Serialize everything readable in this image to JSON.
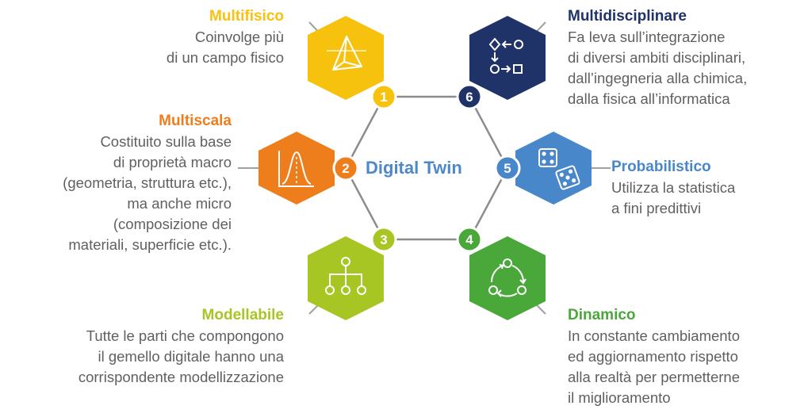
{
  "center": {
    "label": "Digital Twin",
    "color": "#4e88c9"
  },
  "line_color": "#8c8c8c",
  "features": [
    {
      "number": "1",
      "title": "Multifisico",
      "description": "Coinvolge più\ndi un campo fisico",
      "color": "#f7c20e",
      "icon": "pyramid-icon"
    },
    {
      "number": "2",
      "title": "Multiscala",
      "description": "Costituito sulla base\ndi proprietà  macro\n(geometria, struttura etc.),\nma anche micro\n(composizione dei\nmateriali, superficie etc.).",
      "color": "#ee7d1c",
      "icon": "distribution-curve-icon"
    },
    {
      "number": "3",
      "title": "Modellabile",
      "description": "Tutte le parti che compongono\nil gemello digitale hanno una\ncorrispondente modellizzazione",
      "color": "#a7c523",
      "icon": "hierarchy-icon"
    },
    {
      "number": "4",
      "title": "Dinamico",
      "description": "In constante cambiamento\ned aggiornamento rispetto\nalla realtà per permetterne\nil miglioramento",
      "color": "#4aa83b",
      "icon": "cycle-icon"
    },
    {
      "number": "5",
      "title": "Probabilistico",
      "description": "Utilizza la statistica\na fini predittivi",
      "color": "#4887c9",
      "icon": "dice-icon"
    },
    {
      "number": "6",
      "title": "Multidisciplinare",
      "description": "Fa leva sull’integrazione\ndi diversi ambiti disciplinari,\ndall’ingegneria alla chimica,\ndalla fisica all’informatica",
      "color": "#1f3368",
      "icon": "flow-symbols-icon"
    }
  ]
}
